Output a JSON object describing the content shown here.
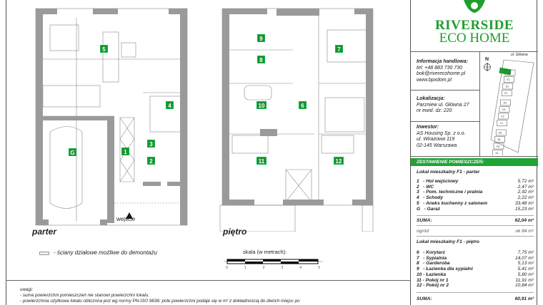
{
  "logo": {
    "line1": "RIVERSIDE",
    "line2": "ECO HOME"
  },
  "contact": {
    "heading": "Informacja handlowa:",
    "lines": [
      "tel: +48 883 730 730",
      "bok@riverecohome.pl",
      "www.bpxdom.pl"
    ]
  },
  "location": {
    "heading": "Lokalizacja:",
    "lines": [
      "Parzniew ul. Główna 27",
      "nr ewid. dz: 220"
    ]
  },
  "investor": {
    "heading": "Inwestor:",
    "lines": [
      "AS Housing Sp. z o.o.",
      "ul. Wirażowa 119",
      "02-145 Warszawa"
    ]
  },
  "site_map": {
    "north": "N",
    "street": "ul. Główna",
    "units": [
      "E2",
      "E1",
      "E2",
      "E1",
      "D2",
      "D1",
      "C2",
      "C1",
      "B2",
      "B1",
      "A2",
      "A1"
    ]
  },
  "summary": {
    "title": "ZESTAWIENIE POMIESZCZEŃ:",
    "ground": {
      "title": "Lokal mieszkalny F1 - parter",
      "rows": [
        [
          "1   - Hol wejściowy",
          "5,72 m²"
        ],
        [
          "2   - WC",
          "2,47 m²"
        ],
        [
          "3   - Pom. techniczne / pralnia",
          "2,92 m²"
        ],
        [
          "4   - Schody",
          "2,22 m²"
        ],
        [
          "5   - Aneks kuchenny z salonem",
          "33,48 m²"
        ],
        [
          "G   - Garaż",
          "15,23 m²"
        ]
      ],
      "sum_label": "SUMA:",
      "sum": "62,04 m²"
    },
    "garden": {
      "label": "ogród",
      "value": "ok 84 m²"
    },
    "upper": {
      "title": "Lokal mieszkalny F1 - piętro",
      "rows": [
        [
          "6   - Korytarz",
          "7,75 m²"
        ],
        [
          "7   - Sypialnia",
          "14,07 m²"
        ],
        [
          "8   - Garderoba",
          "5,13 m²"
        ],
        [
          "9   - Łazienka dla sypialni",
          "5,41 m²"
        ],
        [
          "10 - Łazienka",
          "5,80 m²"
        ],
        [
          "11 - Pokój nr 1",
          "11,91 m²"
        ],
        [
          "12 - Pokój nr 2",
          "10,84 m²"
        ]
      ],
      "sum_label": "SUMA:",
      "sum": "60,91 m²"
    }
  },
  "plans": {
    "ground_label": "parter",
    "upper_label": "piętro",
    "entrance": "wejście",
    "ground_rooms": [
      "5",
      "4",
      "3",
      "1",
      "2",
      "G"
    ],
    "upper_rooms": [
      "9",
      "8",
      "7",
      "10",
      "6",
      "11",
      "12"
    ]
  },
  "legend": {
    "text": "- ściany działowe możliwe do demontażu"
  },
  "scale": {
    "label": "skala (w metrach):",
    "ticks": [
      "0",
      "1",
      "2",
      "3",
      "4",
      "5"
    ]
  },
  "notes": {
    "title": "uwagi:",
    "lines": [
      "- suma powierzchni pomieszczeń nie stanowi powierzchni lokalu.",
      "- powierzchnia użytkowa lokalu obliczona jest wg normy PN-ISO 9836: pole powierzchni podaje się w m² z dokładnością do dwóch miejsc po"
    ]
  },
  "colors": {
    "brand": "#1e9e2e",
    "room_label": "#1f8f2a",
    "wall": "#9a9a9a"
  }
}
